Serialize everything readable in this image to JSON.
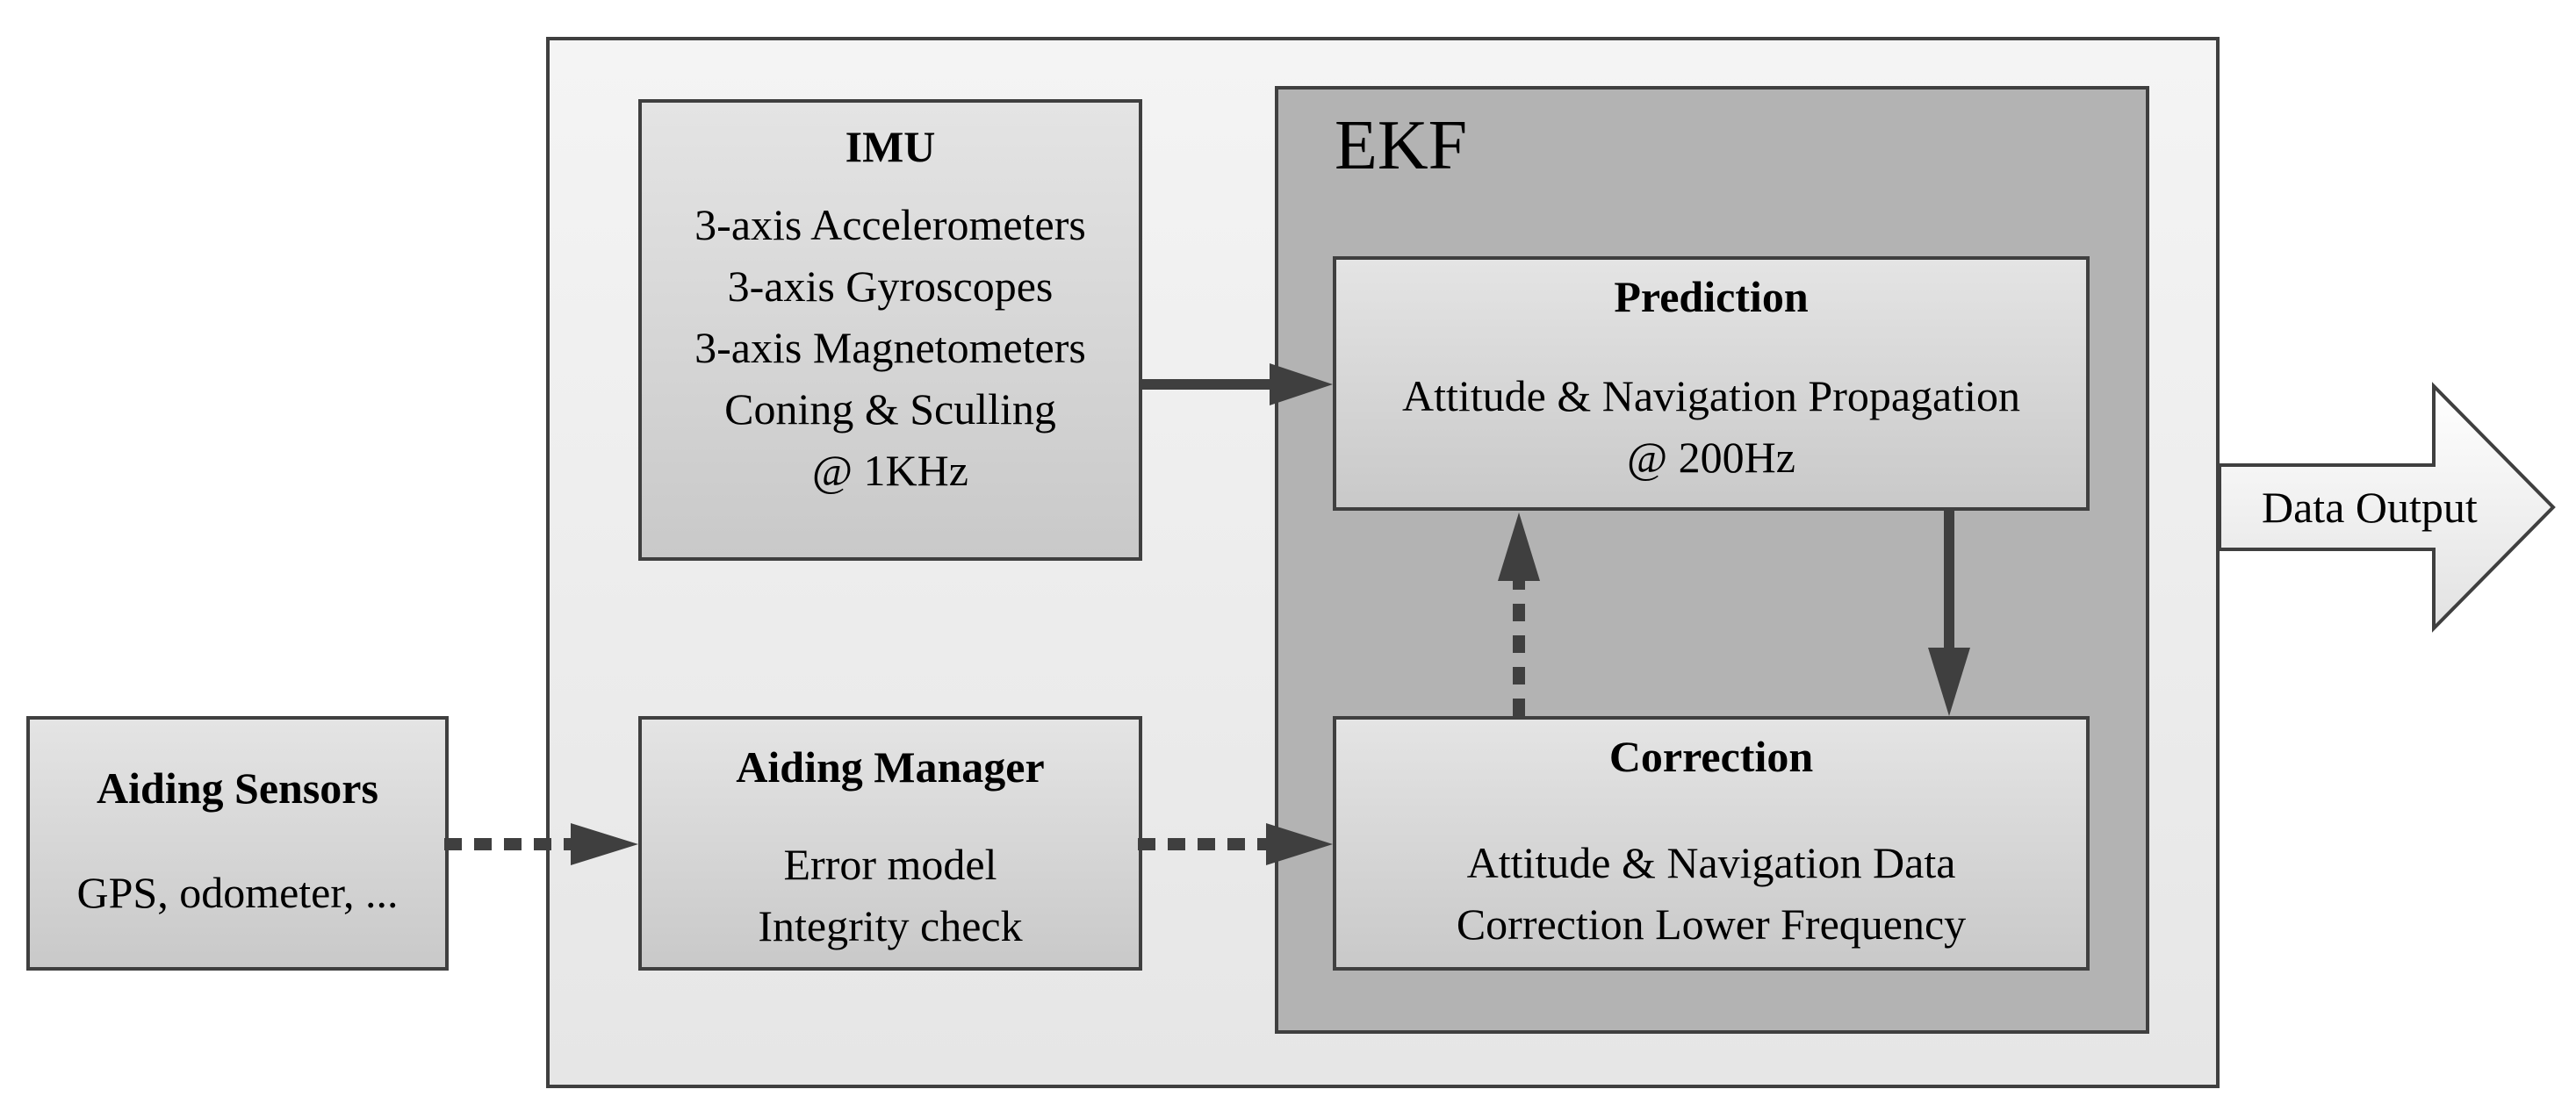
{
  "imu": {
    "title": "IMU",
    "lines": [
      "3-axis Accelerometers",
      "3-axis Gyroscopes",
      "3-axis Magnetometers",
      "Coning & Sculling",
      "@ 1KHz"
    ]
  },
  "ekf": {
    "title": "EKF"
  },
  "prediction": {
    "title": "Prediction",
    "lines": [
      "Attitude & Navigation Propagation",
      "@ 200Hz"
    ]
  },
  "correction": {
    "title": "Correction",
    "lines": [
      "Attitude & Navigation Data",
      "Correction Lower Frequency"
    ]
  },
  "aiding_manager": {
    "title": "Aiding Manager",
    "lines": [
      "Error model",
      "Integrity check"
    ]
  },
  "aiding_sensors": {
    "title": "Aiding Sensors",
    "lines": [
      "GPS, odometer, ..."
    ]
  },
  "output": {
    "label": "Data Output"
  },
  "colors": {
    "border": "#3f3f3f",
    "outer_fill": "#ececec",
    "ekf_fill": "#b3b3b3",
    "box_fill": "#d6d6d6",
    "arrow": "#3f3f3f"
  }
}
